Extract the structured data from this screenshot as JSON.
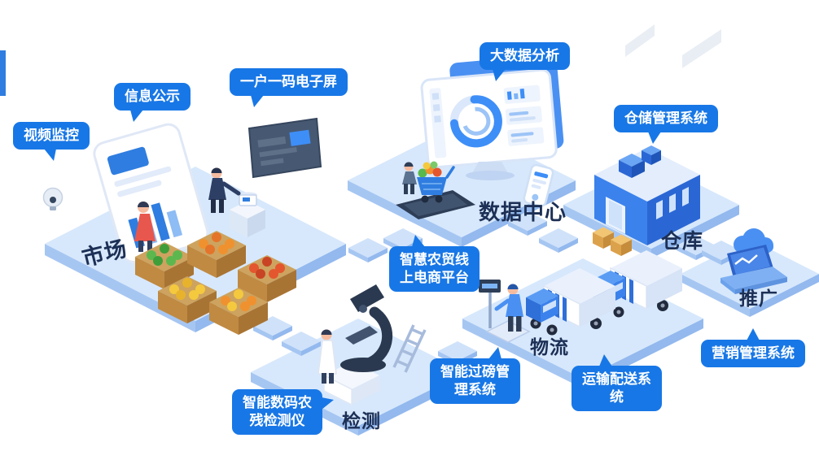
{
  "callouts": {
    "video": {
      "label": "视频监控"
    },
    "info": {
      "label": "信息公示"
    },
    "code_screen": {
      "label": "一户一码电子屏"
    },
    "big_data": {
      "label": "大数据分析"
    },
    "warehouse_sys": {
      "label": "仓储管理系统"
    },
    "ecommerce": {
      "label": "智慧农贸线上电商平台"
    },
    "weighing": {
      "label": "智能过磅管理系统"
    },
    "transport": {
      "label": "运输配送系统"
    },
    "marketing": {
      "label": "营销管理系统"
    },
    "detector": {
      "label": "智能数码农残检测仪"
    }
  },
  "platforms": {
    "market": {
      "label": "市场"
    },
    "data_center": {
      "label": "数据中心"
    },
    "warehouse": {
      "label": "仓库"
    },
    "promotion": {
      "label": "推广"
    },
    "logistics": {
      "label": "物流"
    },
    "detection": {
      "label": "检测"
    }
  },
  "colors": {
    "callout_bg": "#1877e6",
    "callout_text": "#ffffff",
    "platform_top": "#d7e8fc",
    "platform_side_left": "#a6c6f2",
    "platform_side_right": "#93b9ee",
    "label_text": "#1c2f55",
    "accent_blue": "#2f7de0",
    "building_blue": "#3b82ec",
    "crate_wood": "#c08a42",
    "produce_green": "#5cb84e",
    "produce_orange": "#f0912f",
    "produce_red": "#e4572e",
    "produce_yellow": "#f5c93e"
  }
}
